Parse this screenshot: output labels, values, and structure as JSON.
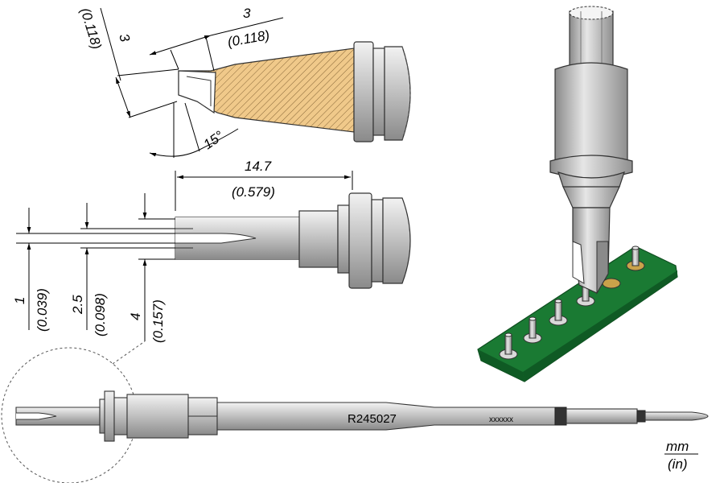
{
  "dimensions": {
    "tip_width": {
      "mm": "3",
      "in": "(0.118)"
    },
    "blade_width": {
      "mm": "3",
      "in": "(0.118)"
    },
    "angle": "15°",
    "length": {
      "mm": "14.7",
      "in": "(0.579)"
    },
    "slot_1": {
      "mm": "1",
      "in": "(0.039)"
    },
    "slot_2": {
      "mm": "2.5",
      "in": "(0.098)"
    },
    "slot_3": {
      "mm": "4",
      "in": "(0.157)"
    }
  },
  "part_number": "R245027",
  "serial_code": "xxxxxx",
  "units": {
    "primary": "mm",
    "secondary": "(in)"
  },
  "colors": {
    "hatch": "#f0c98a",
    "metal": "#c8c8c8",
    "pcb": "#1f8a3a",
    "pad": "#c9a24a"
  }
}
